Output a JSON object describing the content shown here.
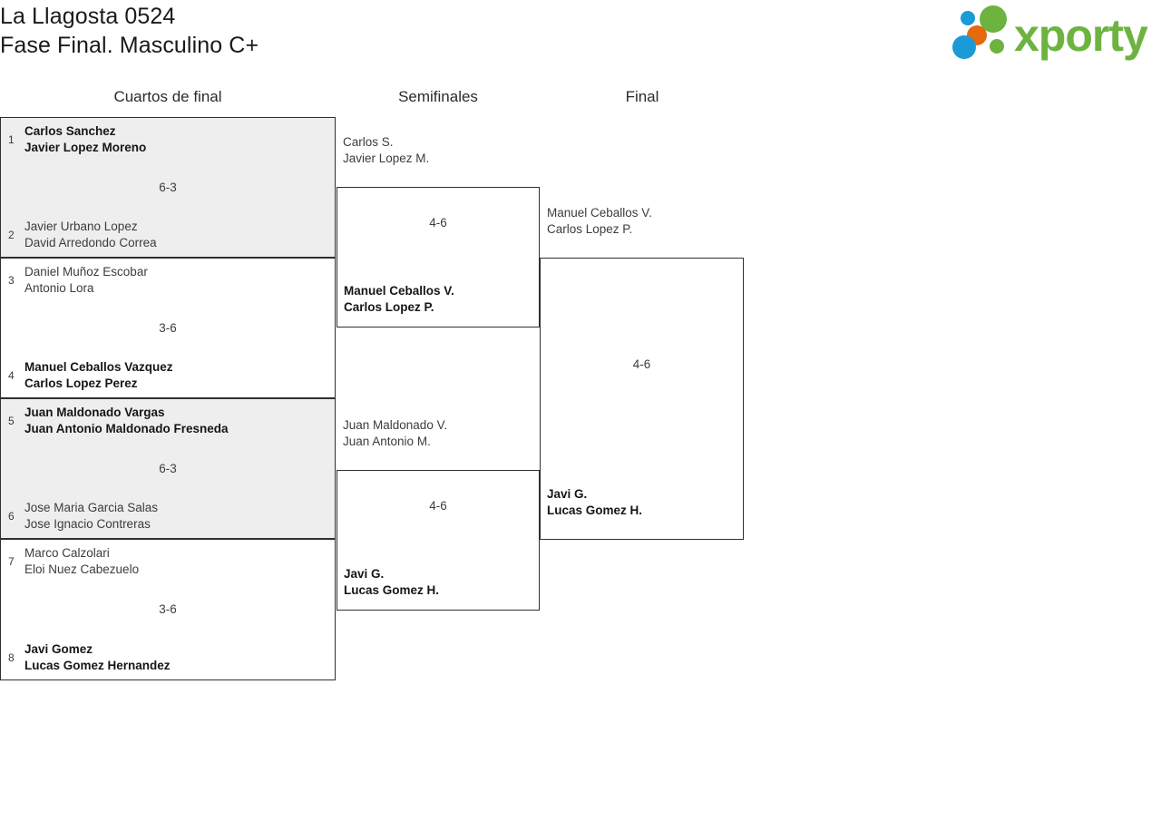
{
  "header": {
    "title_line1": "La Llagosta 0524",
    "title_line2": "Fase Final. Masculino C+",
    "logo_text": "xporty",
    "logo_colors": {
      "green": "#6cb33f",
      "blue": "#1a9bd7",
      "orange": "#e8690b"
    }
  },
  "rounds": [
    {
      "label": "Cuartos de final"
    },
    {
      "label": "Semifinales"
    },
    {
      "label": "Final"
    }
  ],
  "quarterfinals": [
    {
      "shaded": true,
      "top": {
        "seed": "1",
        "line1": "Carlos Sanchez",
        "line2": "Javier Lopez Moreno",
        "winner": true
      },
      "bottom": {
        "seed": "2",
        "line1": "Javier Urbano Lopez",
        "line2": "David Arredondo Correa",
        "winner": false
      },
      "score": "6-3"
    },
    {
      "shaded": false,
      "top": {
        "seed": "3",
        "line1": "Daniel Muñoz Escobar",
        "line2": "Antonio Lora",
        "winner": false
      },
      "bottom": {
        "seed": "4",
        "line1": "Manuel Ceballos Vazquez",
        "line2": "Carlos Lopez Perez",
        "winner": true
      },
      "score": "3-6"
    },
    {
      "shaded": true,
      "top": {
        "seed": "5",
        "line1": "Juan Maldonado Vargas",
        "line2": "Juan Antonio Maldonado Fresneda",
        "winner": true
      },
      "bottom": {
        "seed": "6",
        "line1": "Jose Maria Garcia Salas",
        "line2": "Jose Ignacio Contreras",
        "winner": false
      },
      "score": "6-3"
    },
    {
      "shaded": false,
      "top": {
        "seed": "7",
        "line1": "Marco Calzolari",
        "line2": "Eloi Nuez Cabezuelo",
        "winner": false
      },
      "bottom": {
        "seed": "8",
        "line1": "Javi Gomez",
        "line2": "Lucas Gomez Hernandez",
        "winner": true
      },
      "score": "3-6"
    }
  ],
  "semifinals": [
    {
      "top": {
        "line1": "Carlos S.",
        "line2": "Javier Lopez M.",
        "winner": false
      },
      "bottom": {
        "line1": "Manuel Ceballos V.",
        "line2": "Carlos Lopez P.",
        "winner": true
      },
      "score": "4-6"
    },
    {
      "top": {
        "line1": "Juan Maldonado V.",
        "line2": "Juan Antonio M.",
        "winner": false
      },
      "bottom": {
        "line1": "Javi G.",
        "line2": "Lucas Gomez H.",
        "winner": true
      },
      "score": "4-6"
    }
  ],
  "final": {
    "top": {
      "line1": "Manuel Ceballos V.",
      "line2": "Carlos Lopez P.",
      "winner": false
    },
    "bottom": {
      "line1": "Javi G.",
      "line2": "Lucas Gomez H.",
      "winner": true
    },
    "score": "4-6"
  }
}
